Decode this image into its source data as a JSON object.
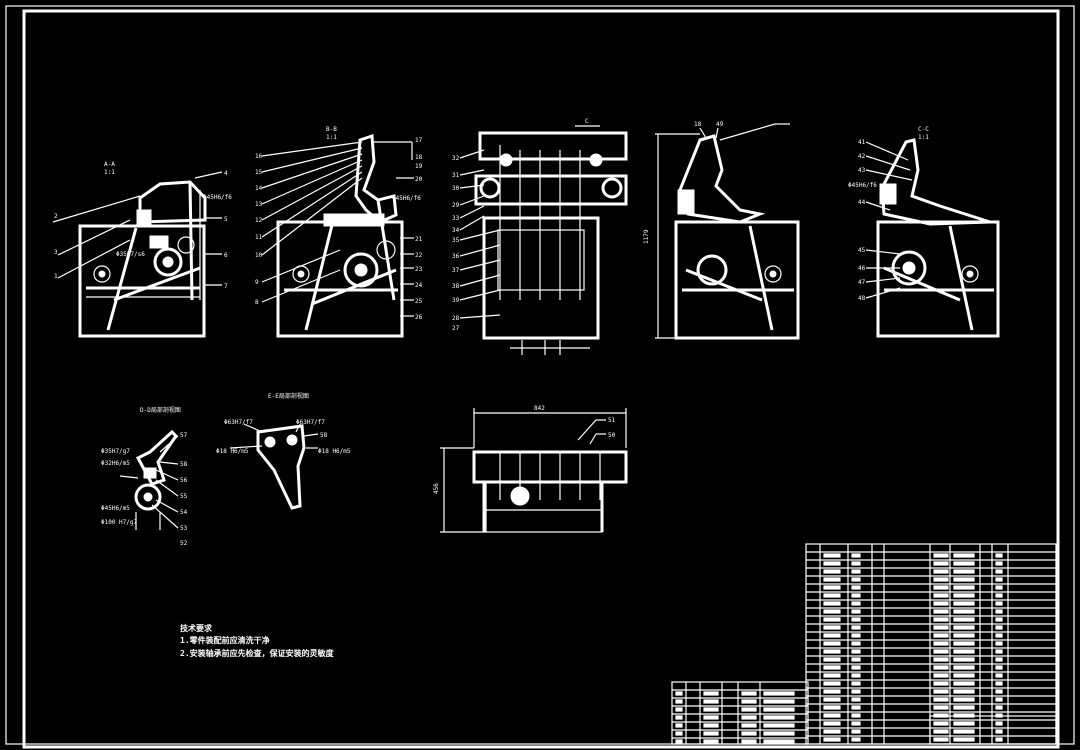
{
  "views": {
    "view_a": {
      "title": "A-A",
      "scale": "1:1"
    },
    "view_b": {
      "title": "B-B",
      "scale": "1:1"
    },
    "view_c_marker": "C",
    "view_c": {
      "title": "C-C",
      "scale": "1:1"
    },
    "height_dim": "1179",
    "bottom_width_dim": "842",
    "bottom_height_dim": "456"
  },
  "fits": {
    "a1": "Φ45H6/f6",
    "a2": "Φ35H7/s6",
    "b1": "Φ45H6/f6",
    "c1": "Φ45H6/f6",
    "d1": "Φ35H7/g7",
    "d2": "Φ32H6/m5",
    "d3": "Φ45H6/m5",
    "d4": "Φ100 H7/g7",
    "e1": "Φ63H7/f7",
    "e2": "Φ63H7/f7",
    "e3": "Φ18 H6/m5",
    "e4": "Φ18 H6/m5"
  },
  "detail_titles": {
    "d": "D-D局部剖视图",
    "e": "E-E局部剖视图"
  },
  "notes": {
    "title": "技术要求",
    "line1": "1.零件装配前应清洗干净",
    "line2": "2.安装轴承前应先检查，保证安装的灵敏度"
  },
  "labels": {
    "a": [
      "2",
      "3",
      "1",
      "4",
      "5",
      "6",
      "7"
    ],
    "b": [
      "16",
      "15",
      "14",
      "13",
      "12",
      "11",
      "10",
      "9",
      "8",
      "17",
      "18",
      "19",
      "20",
      "21",
      "22",
      "23",
      "24",
      "25",
      "26"
    ],
    "c": [
      "32",
      "31",
      "30",
      "29",
      "33",
      "34",
      "35",
      "36",
      "37",
      "38",
      "39",
      "28",
      "27"
    ],
    "d": [
      "18",
      "49"
    ],
    "e": [
      "41",
      "42",
      "43",
      "44",
      "45",
      "46",
      "47",
      "48"
    ],
    "f": [
      "57",
      "58",
      "56",
      "55",
      "54",
      "53",
      "52"
    ],
    "g": [
      "58",
      "51",
      "50"
    ]
  }
}
